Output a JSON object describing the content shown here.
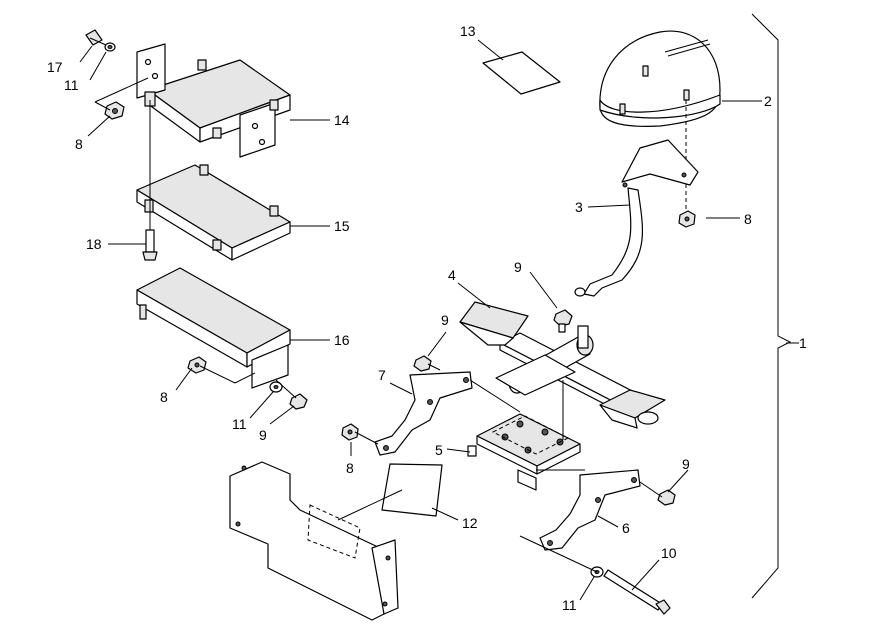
{
  "callouts": {
    "c1": "1",
    "c2": "2",
    "c3": "3",
    "c4": "4",
    "c5": "5",
    "c6": "6",
    "c7": "7",
    "c8a": "8",
    "c8b": "8",
    "c8c": "8",
    "c8d": "8",
    "c9a": "9",
    "c9b": "9",
    "c9c": "9",
    "c9d": "9",
    "c10": "10",
    "c11a": "11",
    "c11b": "11",
    "c11c": "11",
    "c12": "12",
    "c13": "13",
    "c14": "14",
    "c15": "15",
    "c16": "16",
    "c17": "17",
    "c18": "18"
  }
}
